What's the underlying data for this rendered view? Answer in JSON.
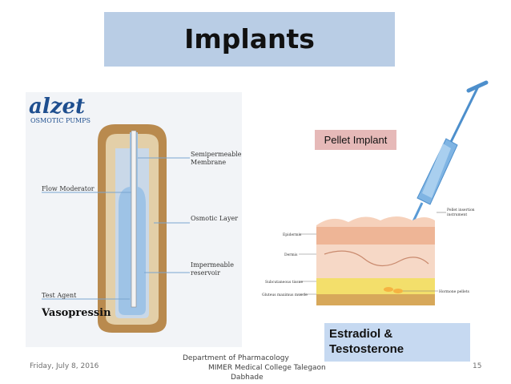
{
  "slide": {
    "title": "Implants",
    "footer": {
      "date": "Friday, July 8, 2016",
      "dept_line1": "Department of Pharmacology",
      "dept_line2": "MIMER Medical College Talegaon",
      "dept_line3": "Dabhade",
      "page_number": "15"
    }
  },
  "alzet_figure": {
    "logo": "alzet",
    "logo_sub": "OSMOTIC PUMPS",
    "labels": {
      "semipermeable": "Semipermeable",
      "membrane": "Membrane",
      "flow_moderator": "Flow Moderator",
      "osmotic_layer": "Osmotic Layer",
      "impermeable": "Impermeable",
      "reservoir": "reservoir",
      "test_agent": "Test Agent",
      "drug": "Vasopressin"
    },
    "colors": {
      "shell": "#b98a4e",
      "inner": "#e9d7b5",
      "agent": "#9ec3e6"
    }
  },
  "pellet_figure": {
    "callout": "Pellet Implant",
    "hormones": "Estradiol &\nTestosterone",
    "labels": {
      "instrument1": "Pellet insertion",
      "instrument2": "instrument",
      "epidermis": "Epidermis",
      "dermis": "Dermis",
      "subcutaneous": "Subcutaneous tissue",
      "gluteus": "Gluteus maximus muscle",
      "pellets": "Hormone pellets"
    },
    "colors": {
      "syringe": "#7fb4e3",
      "skin": "#f1c2a4",
      "fat": "#f3df6b"
    }
  }
}
